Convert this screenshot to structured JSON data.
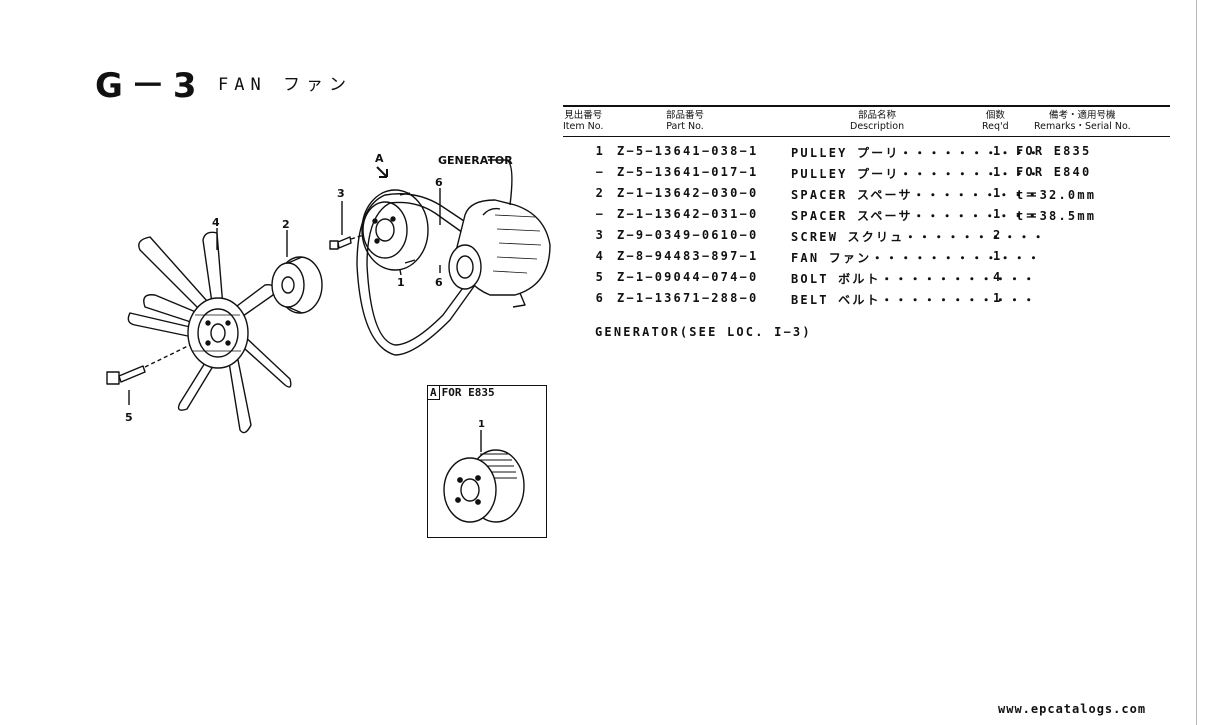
{
  "header": {
    "code": "G－3",
    "title": "FAN ファン"
  },
  "table": {
    "columns": [
      {
        "jp": "見出番号",
        "en": "Item No."
      },
      {
        "jp": "部品番号",
        "en": "Part No."
      },
      {
        "jp": "部品名称",
        "en": "Description"
      },
      {
        "jp": "個数",
        "en": "Req'd"
      },
      {
        "jp": "備考・適用号機",
        "en": "Remarks・Serial No."
      }
    ],
    "rows": [
      {
        "item": "1",
        "part": "Z−5−13641−038−1",
        "desc": "PULLEY プーリ・・・・・・・・・・",
        "qty": "1",
        "remarks": "FOR E835"
      },
      {
        "item": "−",
        "part": "Z−5−13641−017−1",
        "desc": "PULLEY プーリ・・・・・・・・・・",
        "qty": "1",
        "remarks": "FOR E840"
      },
      {
        "item": "2",
        "part": "Z−1−13642−030−0",
        "desc": "SPACER スペーサ・・・・・・・・・",
        "qty": "1",
        "remarks": "t＝32.0mm"
      },
      {
        "item": "−",
        "part": "Z−1−13642−031−0",
        "desc": "SPACER スペーサ・・・・・・・・・",
        "qty": "1",
        "remarks": "t＝38.5mm"
      },
      {
        "item": "3",
        "part": "Z−9−0349−0610−0",
        "desc": "SCREW スクリュ・・・・・・・・・・",
        "qty": "2",
        "remarks": ""
      },
      {
        "item": "4",
        "part": "Z−8−94483−897−1",
        "desc": "FAN ファン・・・・・・・・・・・・",
        "qty": "1",
        "remarks": ""
      },
      {
        "item": "5",
        "part": "Z−1−09044−074−0",
        "desc": "BOLT ボルト・・・・・・・・・・・",
        "qty": "4",
        "remarks": ""
      },
      {
        "item": "6",
        "part": "Z−1−13671−288−0",
        "desc": "BELT ベルト・・・・・・・・・・・",
        "qty": "1",
        "remarks": ""
      }
    ]
  },
  "note": "GENERATOR(SEE LOC. I−3)",
  "diagram": {
    "labels": {
      "a": "A",
      "generator": "GENERATOR",
      "c1": "1",
      "c2": "2",
      "c3": "3",
      "c4": "4",
      "c5": "5",
      "c6": "6",
      "c6b": "6"
    },
    "inset": {
      "box": "A",
      "text": "FOR E835",
      "callout": "1"
    }
  },
  "footer": "www.epcatalogs.com"
}
